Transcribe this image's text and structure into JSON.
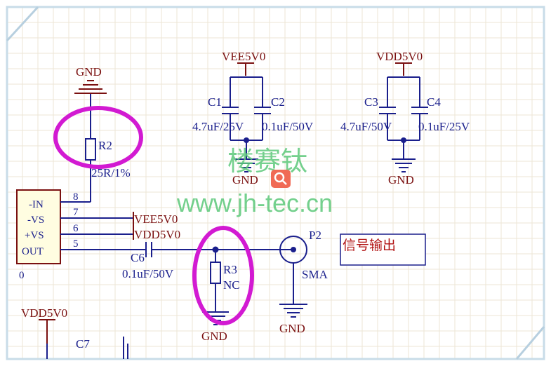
{
  "power": {
    "gnd": "GND",
    "vee": "VEE5V0",
    "vdd": "VDD5V0"
  },
  "parts": {
    "c1": {
      "ref": "C1",
      "value": "4.7uF/25V"
    },
    "c2": {
      "ref": "C2",
      "value": "0.1uF/50V"
    },
    "c3": {
      "ref": "C3",
      "value": "4.7uF/50V"
    },
    "c4": {
      "ref": "C4",
      "value": "0.1uF/25V"
    },
    "c6": {
      "ref": "C6",
      "value": "0.1uF/50V"
    },
    "c7": {
      "ref": "C7"
    },
    "r2": {
      "ref": "R2",
      "value": "25R/1%"
    },
    "r3": {
      "ref": "R3",
      "value": "NC"
    },
    "p2": {
      "ref": "P2",
      "value": "SMA"
    }
  },
  "ic": {
    "pins": [
      {
        "name": "-IN",
        "num": "8"
      },
      {
        "name": "-VS",
        "num": "7"
      },
      {
        "name": "+VS",
        "num": "6"
      },
      {
        "name": "OUT",
        "num": "5"
      }
    ],
    "partial_ref": "0"
  },
  "watermark": {
    "cn": "楼赛钛",
    "url": "www.jh-tec.cn"
  },
  "output_label": "信号输出"
}
